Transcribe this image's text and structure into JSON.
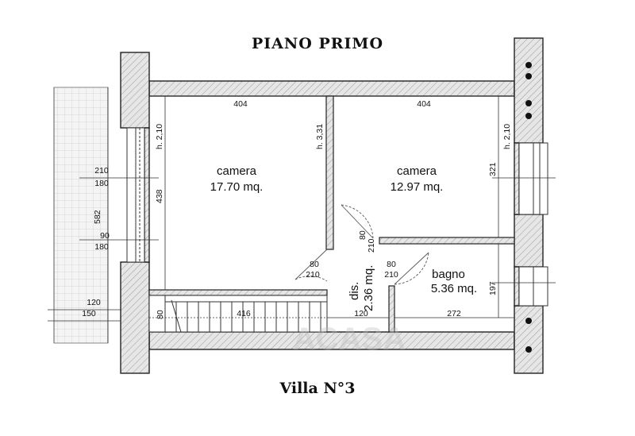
{
  "titles": {
    "top": "PIANO PRIMO",
    "bottom": "Villa N°3"
  },
  "rooms": {
    "camera1": {
      "name": "camera",
      "area": "17.70 mq."
    },
    "camera2": {
      "name": "camera",
      "area": "12.97 mq."
    },
    "bagno": {
      "name": "bagno",
      "area": "5.36 mq."
    },
    "dis": {
      "name": "dis.",
      "area": "2.36 mq."
    }
  },
  "dimensions": {
    "room1_width": "404",
    "room2_width": "404",
    "height_left": "h. 2,10",
    "height_mid": "h. 3,31",
    "height_right": "h. 2,10",
    "room1_depth": "438",
    "room2_depth": "321",
    "bagno_depth": "197",
    "terrace_depth": "582",
    "win1_top": "210",
    "win1_bottom": "180",
    "win2_top": "90",
    "win2_bottom": "180",
    "terrace_top": "120",
    "terrace_bottom": "150",
    "door1_top": "80",
    "door1_bottom": "210",
    "door2_top": "80",
    "door2_bottom": "210",
    "door3_top": "80",
    "door3_bottom": "210",
    "stair_width": "80",
    "stair_length": "416",
    "dis_width": "120",
    "bagno_width": "272"
  },
  "watermark": "ACASA"
}
